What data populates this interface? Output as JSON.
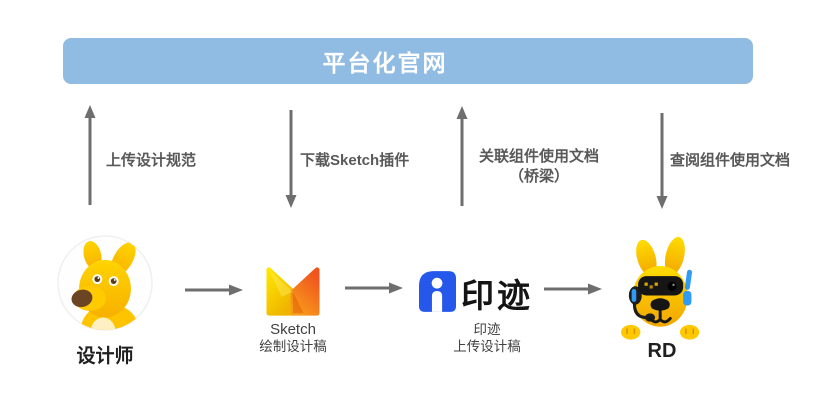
{
  "banner": {
    "title": "平台化官网",
    "bg_color": "#90BBE2",
    "text_color": "#FFFFFF"
  },
  "flows": {
    "upload_spec": {
      "label": "上传设计规范",
      "direction": "up"
    },
    "download_plugin": {
      "label": "下载Sketch插件",
      "direction": "down"
    },
    "link_docs": {
      "label": "关联组件使用文档",
      "label_line2": "（桥梁）",
      "direction": "up"
    },
    "view_docs": {
      "label": "查阅组件使用文档",
      "direction": "down"
    }
  },
  "nodes": {
    "designer": {
      "icon": "kangaroo-mascot",
      "label": "设计师"
    },
    "sketch": {
      "icon": "sketch-m-logo",
      "line1": "Sketch",
      "line2": "绘制设计稿"
    },
    "yinji": {
      "icon": "yinji-logo",
      "logo_text": "印迹",
      "line1": "印迹",
      "line2": "上传设计稿"
    },
    "rd": {
      "icon": "robot-kangaroo-mascot",
      "label": "RD"
    }
  },
  "colors": {
    "banner_bg": "#90BBE2",
    "arrow_gray": "#6E6E6E",
    "label_gray": "#595959",
    "mascot_yellow": "#FFC800",
    "sketch_yellow": "#FFE000",
    "sketch_orange": "#F0641E",
    "yinji_blue": "#2457EA"
  }
}
